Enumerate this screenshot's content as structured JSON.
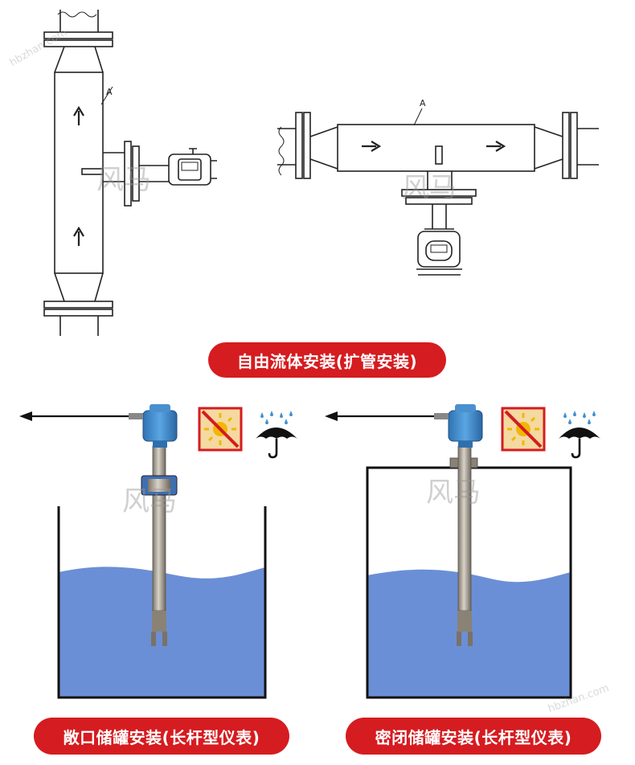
{
  "labels": {
    "free_flow": "自由流体安装(扩管安装)",
    "open_tank": "敞口储罐安装(长杆型仪表)",
    "closed_tank": "密闭储罐安装(长杆型仪表)"
  },
  "pipe_marks": {
    "vertical": "A",
    "horizontal": "A"
  },
  "watermarks": {
    "brand": "风马",
    "site": "hbzhan.com"
  },
  "colors": {
    "label_bg": "#d51c20",
    "liquid": "#6b8fd6",
    "transmitter": "#3f8fd1",
    "line": "#222222"
  },
  "icons": [
    "no-sun-icon",
    "umbrella-rain-icon",
    "arrow-left-icon",
    "flow-arrow-icon"
  ]
}
